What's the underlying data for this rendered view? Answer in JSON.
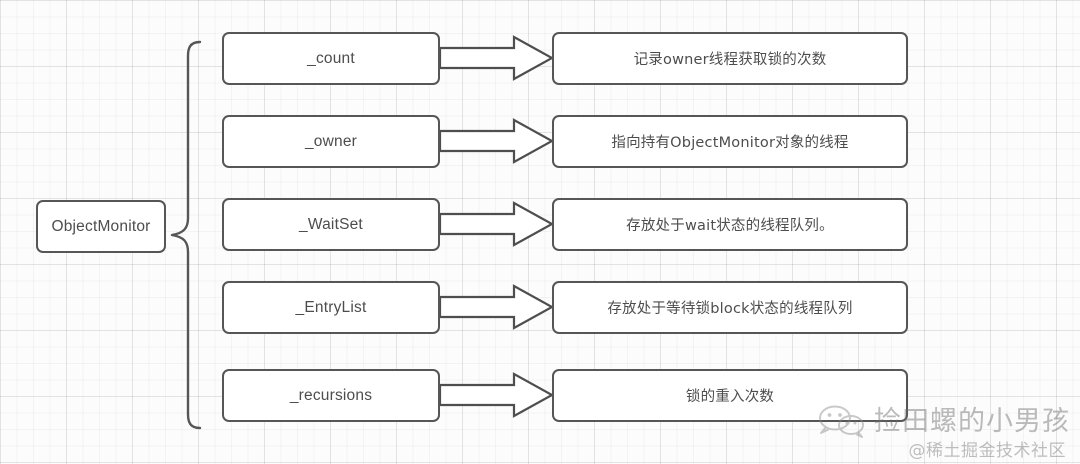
{
  "diagram": {
    "root": {
      "label": "ObjectMonitor"
    },
    "brace": {
      "name": "curly-brace"
    },
    "rows": [
      {
        "field": "_count",
        "description": "记录owner线程获取锁的次数"
      },
      {
        "field": "_owner",
        "description": "指向持有ObjectMonitor对象的线程"
      },
      {
        "field": "_WaitSet",
        "description": "存放处于wait状态的线程队列。"
      },
      {
        "field": "_EntryList",
        "description": "存放处于等待锁block状态的线程队列"
      },
      {
        "field": "_recursions",
        "description": "锁的重入次数"
      }
    ]
  },
  "watermark": {
    "name": "捡田螺的小男孩",
    "source": "@稀土掘金技术社区",
    "logo": "wechat-logo-icon"
  },
  "colors": {
    "border": "#565656",
    "text": "#4d4d4d",
    "background": "#fcfcfc",
    "grid": "#ebebeb",
    "node_fill": "#ffffff"
  }
}
